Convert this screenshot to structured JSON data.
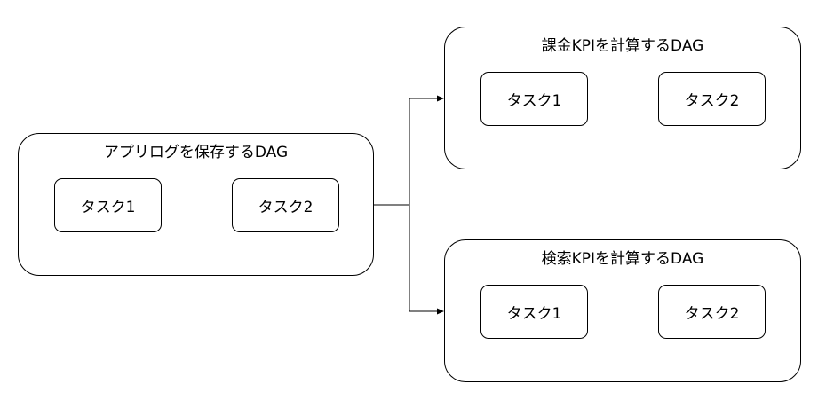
{
  "dags": {
    "source": {
      "title": "アプリログを保存するDAG",
      "tasks": [
        "タスク1",
        "タスク2"
      ]
    },
    "billing": {
      "title": "課金KPIを計算するDAG",
      "tasks": [
        "タスク1",
        "タスク2"
      ]
    },
    "search": {
      "title": "検索KPIを計算するDAG",
      "tasks": [
        "タスク1",
        "タスク2"
      ]
    }
  }
}
